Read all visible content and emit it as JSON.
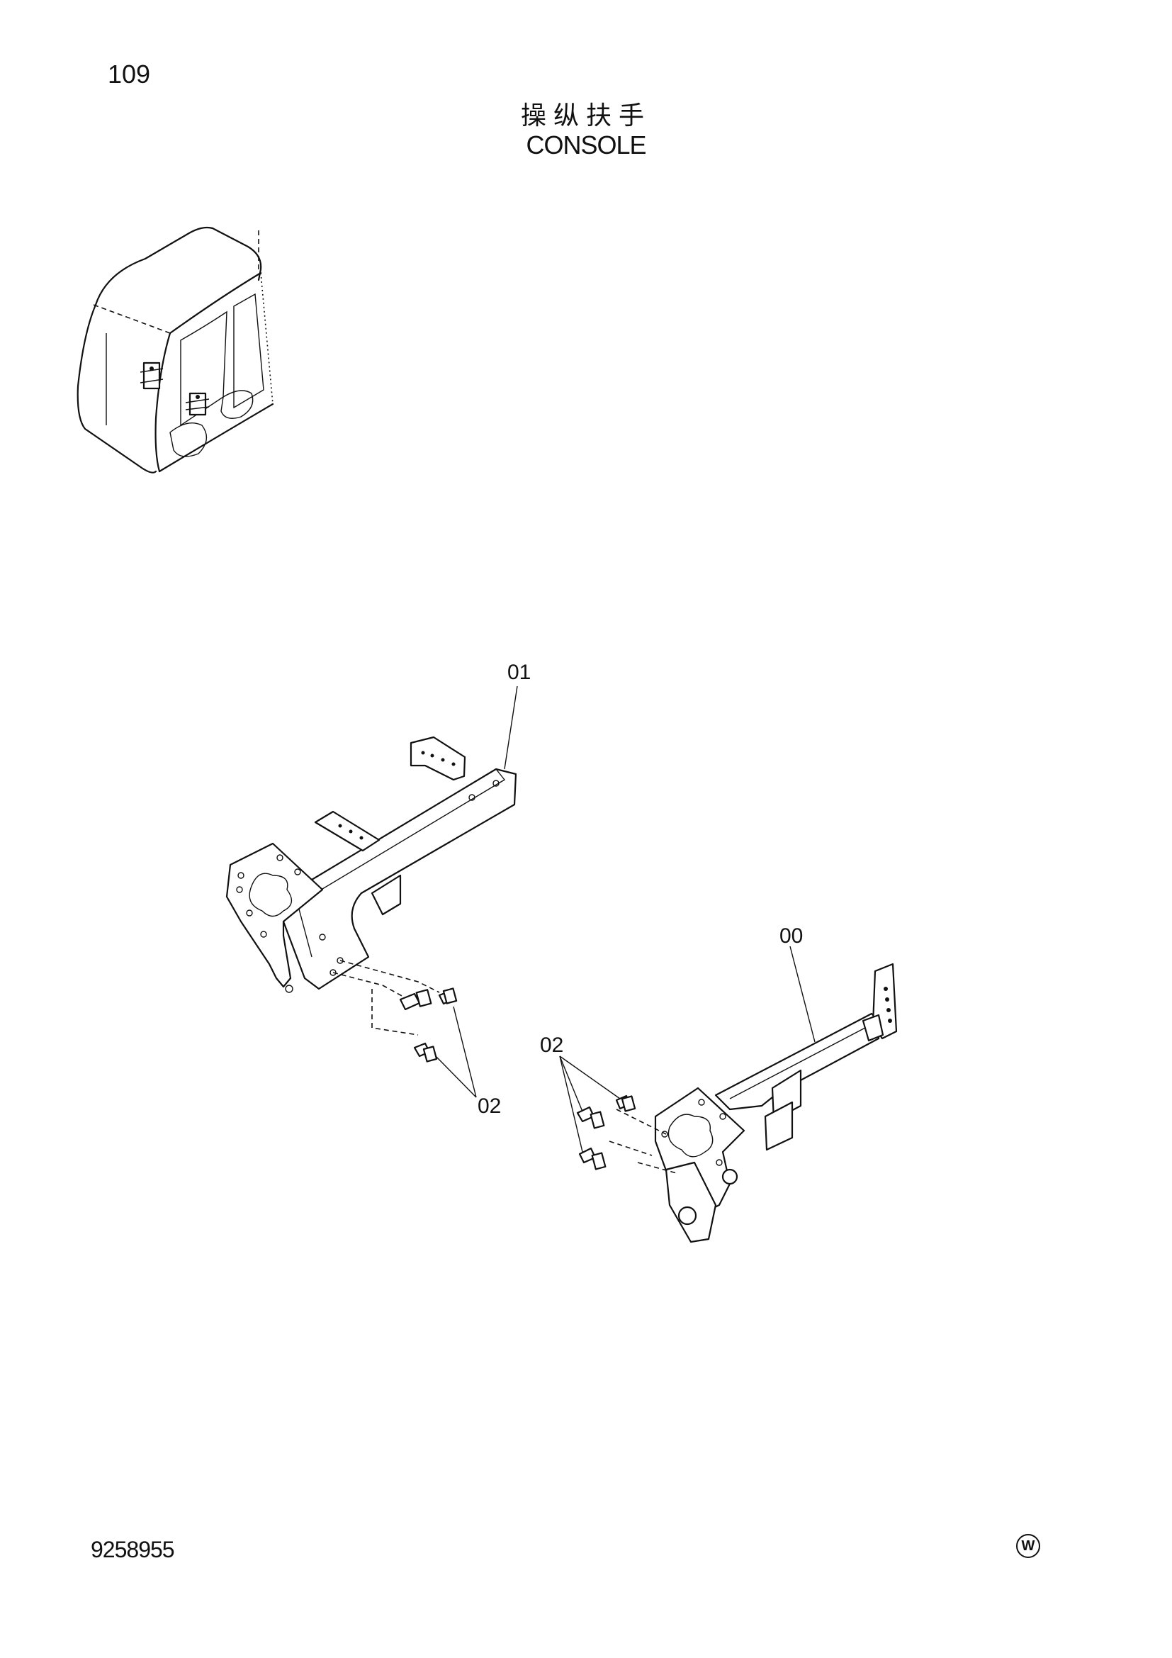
{
  "page_number": "109",
  "title_cn": "操纵扶手",
  "title_en": "CONSOLE",
  "doc_number": "9258955",
  "mark": "W",
  "callouts": {
    "part_01": "01",
    "part_00": "00",
    "part_02_left": "02",
    "part_02_right": "02"
  }
}
